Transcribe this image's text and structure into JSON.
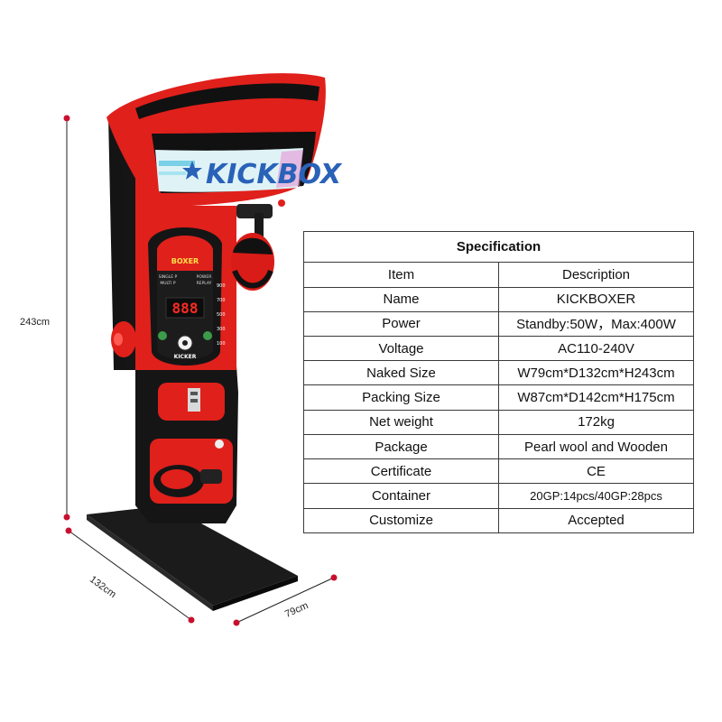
{
  "dimensions": {
    "height": "243cm",
    "depth": "132cm",
    "width": "79cm"
  },
  "machine": {
    "marquee": "KICKBOX",
    "panel_title": "BOXER",
    "panel_footer": "KICKER",
    "score_display": "888",
    "panel_labels": [
      "SINGLE P",
      "POWER",
      "MULTI P",
      "REPLAY"
    ],
    "scale_numbers": [
      "900",
      "700",
      "500",
      "300",
      "100"
    ]
  },
  "spec": {
    "title": "Specification",
    "header": {
      "item": "Item",
      "description": "Description"
    },
    "rows": [
      {
        "item": "Name",
        "value": "KICKBOXER"
      },
      {
        "item": "Power",
        "value": "Standby:50W，Max:400W"
      },
      {
        "item": "Voltage",
        "value": "AC110-240V"
      },
      {
        "item": "Naked Size",
        "value": "W79cm*D132cm*H243cm"
      },
      {
        "item": "Packing Size",
        "value": "W87cm*D142cm*H175cm"
      },
      {
        "item": "Net weight",
        "value": "172kg"
      },
      {
        "item": "Package",
        "value": "Pearl wool and Wooden"
      },
      {
        "item": "Certificate",
        "value": "CE"
      },
      {
        "item": "Container",
        "value": "20GP:14pcs/40GP:28pcs"
      },
      {
        "item": "Customize",
        "value": "Accepted"
      }
    ]
  },
  "colors": {
    "body_red": "#e0201b",
    "body_black": "#141414",
    "dim_dot": "#c8102e"
  }
}
